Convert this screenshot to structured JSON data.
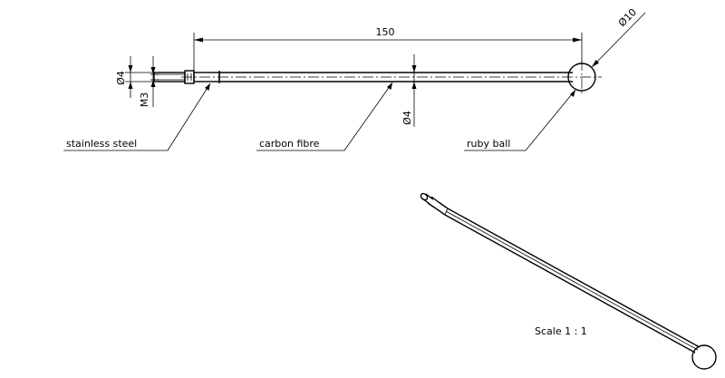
{
  "dimensions": {
    "overall_length": "150",
    "thread_diameter": "Ø4",
    "thread_size": "M3",
    "shaft_diameter": "Ø4",
    "ball_diameter": "Ø10"
  },
  "callouts": {
    "stem_material": "stainless steel",
    "shaft_material": "carbon fibre",
    "tip": "ruby ball"
  },
  "scale": "Scale 1 : 1"
}
